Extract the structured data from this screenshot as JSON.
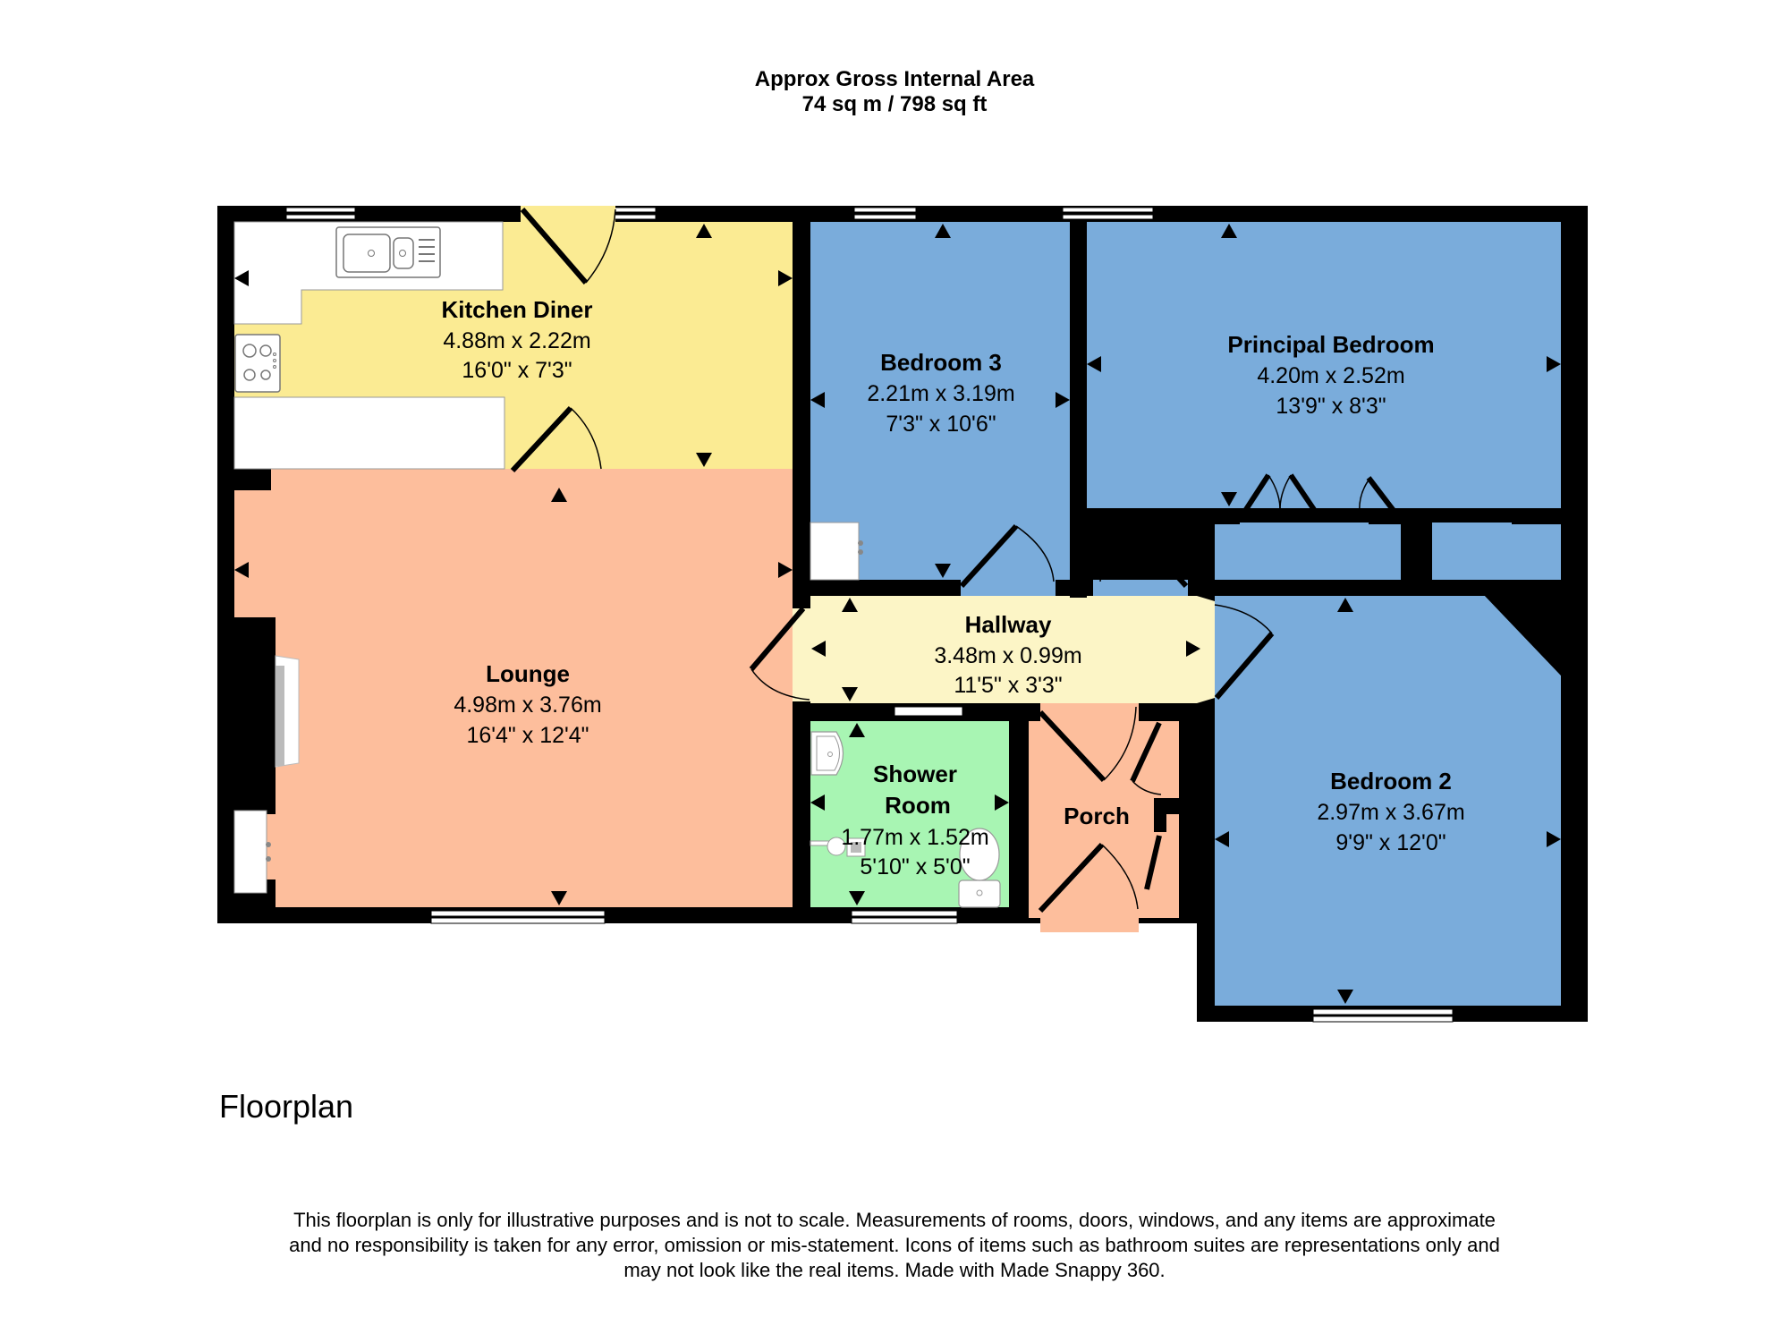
{
  "header": {
    "title": "Approx Gross Internal Area",
    "area": "74 sq m / 798 sq ft"
  },
  "plan_label": "Floorplan",
  "colors": {
    "wall": "#000000",
    "kitchen": "#FBEB93",
    "lounge": "#FDBE9C",
    "bedroom": "#7AACDB",
    "hallway": "#FCF5C6",
    "shower_room": "#A8F5B3",
    "porch": "#FDBE9C",
    "fixture": "#FFFFFF"
  },
  "rooms": {
    "kitchen": {
      "name": "Kitchen Diner",
      "metric": "4.88m x 2.22m",
      "imperial": "16'0\" x 7'3\""
    },
    "lounge": {
      "name": "Lounge",
      "metric": "4.98m x 3.76m",
      "imperial": "16'4\" x 12'4\""
    },
    "bedroom3": {
      "name": "Bedroom 3",
      "metric": "2.21m x 3.19m",
      "imperial": "7'3\" x 10'6\""
    },
    "principal": {
      "name": "Principal Bedroom",
      "metric": "4.20m x 2.52m",
      "imperial": "13'9\" x 8'3\""
    },
    "hallway": {
      "name": "Hallway",
      "metric": "3.48m x 0.99m",
      "imperial": "11'5\" x 3'3\""
    },
    "shower": {
      "name_line1": "Shower",
      "name_line2": "Room",
      "metric": "1.77m x 1.52m",
      "imperial": "5'10\" x 5'0\""
    },
    "porch": {
      "name": "Porch"
    },
    "bedroom2": {
      "name": "Bedroom 2",
      "metric": "2.97m x 3.67m",
      "imperial": "9'9\" x 12'0\""
    }
  },
  "disclaimer": {
    "line1": "This floorplan is only for illustrative purposes and is not to scale. Measurements of rooms, doors, windows, and any items are approximate",
    "line2": "and no responsibility is taken for any error, omission or mis-statement. Icons of items such as bathroom suites are representations only and",
    "line3": "may not look like the real items. Made with Made Snappy 360."
  }
}
